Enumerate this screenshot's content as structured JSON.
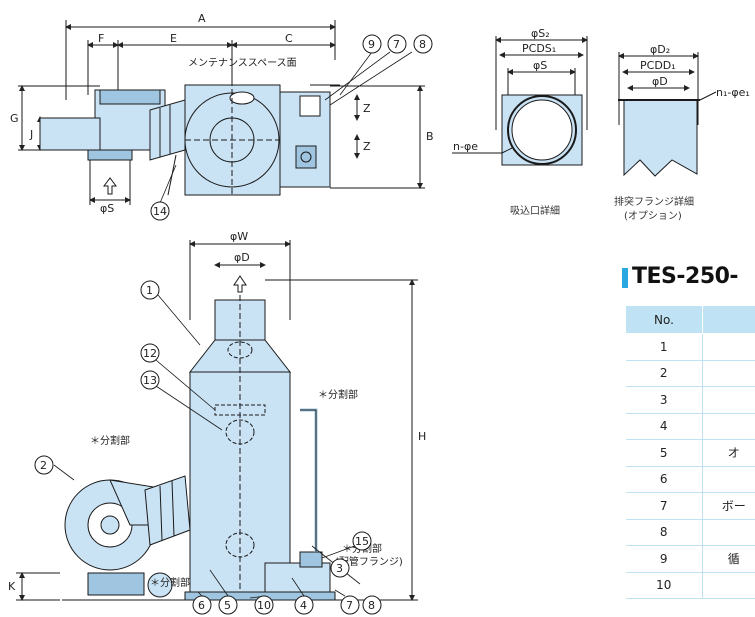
{
  "labels": {
    "A": "A",
    "E": "E",
    "F": "F",
    "C": "C",
    "G": "G",
    "J": "J",
    "B": "B",
    "Z": "Z",
    "H": "H",
    "K": "K"
  },
  "dims": {
    "phiS": "φS",
    "phiW": "φW",
    "phiD": "φD",
    "phiS2": "φS₂",
    "pcdS1": "PCDS₁",
    "phiS_inlet": "φS",
    "phiD2": "φD₂",
    "pcdD1": "PCDD₁",
    "phiD_exhaust": "φD",
    "n_phi_e": "n-φe",
    "n1_phi_e1": "n₁-φe₁"
  },
  "annotations": {
    "maintenance_space": "メンテナンススペース面",
    "split_top": "＊分割部",
    "split_fan_top": "＊分割部",
    "split_fan_base": "＊分割部",
    "split_flange": "＊分割部",
    "flange_note": "(配管フランジ)"
  },
  "captions": {
    "inlet_detail": "吸込口詳細",
    "exhaust_detail_line1": "排突フランジ詳細",
    "exhaust_detail_line2": "(オプション)"
  },
  "callouts": {
    "c1": "1",
    "c2": "2",
    "c3": "3",
    "c4": "4",
    "c5": "5",
    "c6": "6",
    "c7": "7",
    "c8": "8",
    "c9": "9",
    "c10": "10",
    "c12": "12",
    "c13": "13",
    "c14": "14",
    "c15": "15",
    "c7b": "7",
    "c8b": "8"
  },
  "table": {
    "title": "TES-250-",
    "header_no": "No.",
    "rows": [
      {
        "no": "1",
        "name": ""
      },
      {
        "no": "2",
        "name": ""
      },
      {
        "no": "3",
        "name": ""
      },
      {
        "no": "4",
        "name": ""
      },
      {
        "no": "5",
        "name": "オ"
      },
      {
        "no": "6",
        "name": ""
      },
      {
        "no": "7",
        "name": "ボー"
      },
      {
        "no": "8",
        "name": ""
      },
      {
        "no": "9",
        "name": "循"
      },
      {
        "no": "10",
        "name": ""
      }
    ]
  },
  "colors": {
    "fill": "#c9e3f5",
    "fill_dark": "#9fc5e0",
    "line": "#1a1a1a",
    "accent": "#29a9e0",
    "table_header": "#bfe3f5"
  }
}
